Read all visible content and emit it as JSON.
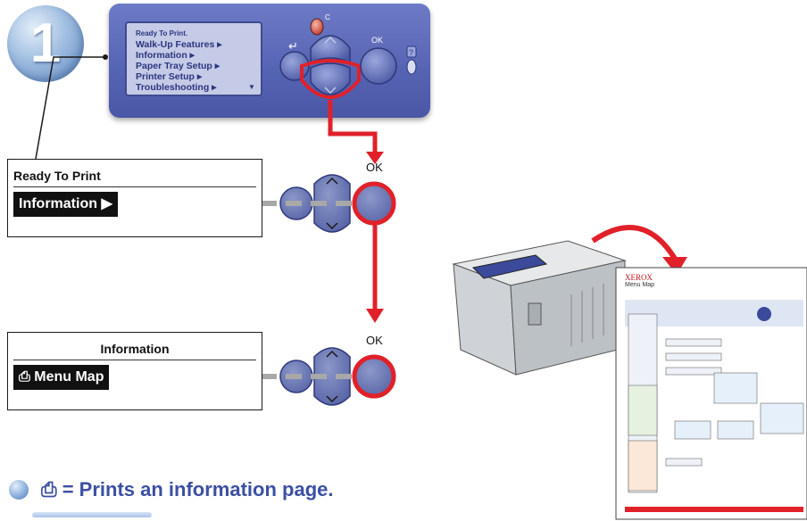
{
  "step": {
    "number": "1"
  },
  "control_panel": {
    "lcd_title": "Ready To Print.",
    "lcd_items": [
      "Walk-Up Features ▸",
      "Information ▸",
      "Paper Tray Setup ▸",
      "Printer Setup ▸",
      "Troubleshooting ▸"
    ],
    "ok_label": "OK",
    "help_label": "?",
    "cancel_label": "C"
  },
  "screen1": {
    "title": "Ready To Print",
    "highlight": "Information ▶",
    "ok_label": "OK"
  },
  "screen2": {
    "title": "Information",
    "highlight": "⎙ Menu Map",
    "ok_label": "OK"
  },
  "caption": {
    "text": "⎙ = Prints an information page."
  },
  "printout": {
    "brand": "XEROX",
    "title": "Menu Map"
  },
  "colors": {
    "accent_red": "#e0212a",
    "panel_blue": "#5563b3",
    "button_blue": "#6f7fb8",
    "caption_blue": "#3b4fa3"
  }
}
